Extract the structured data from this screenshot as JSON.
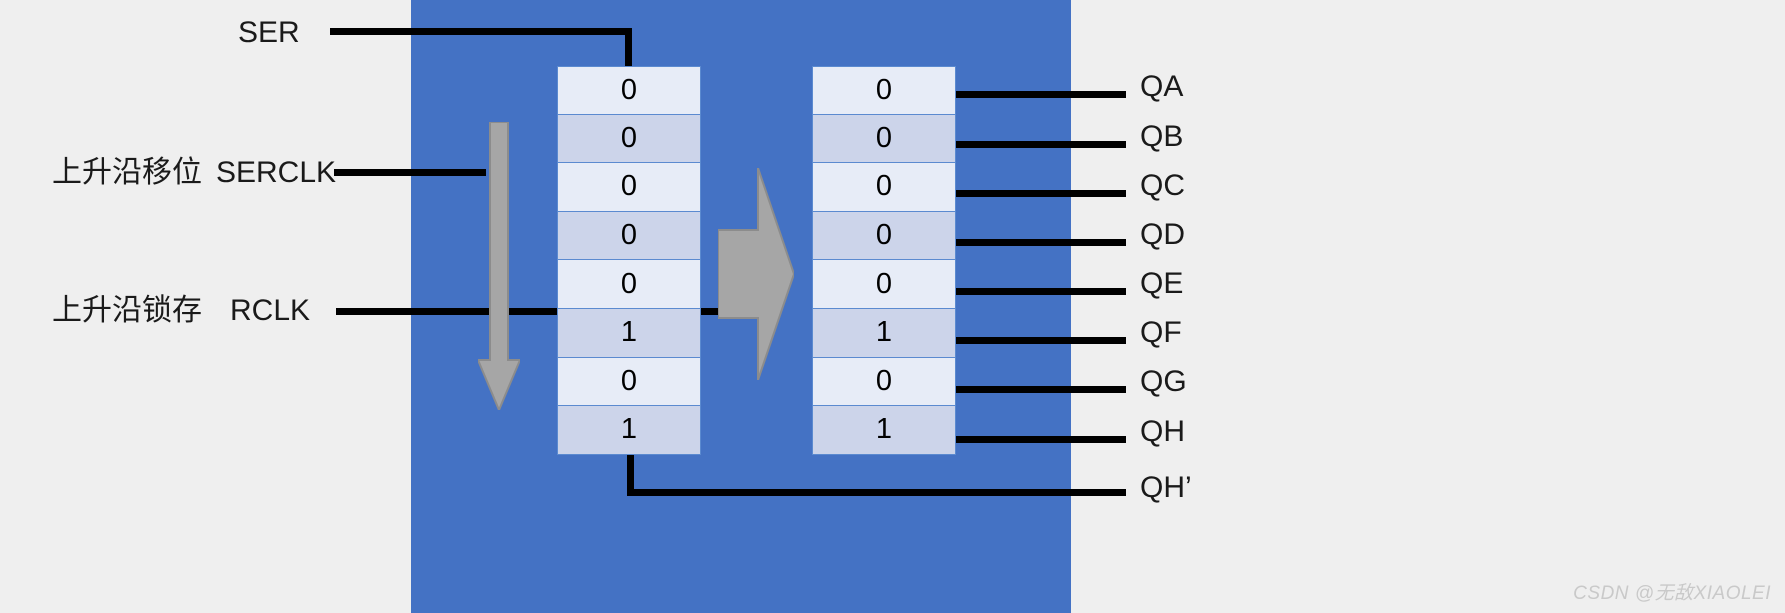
{
  "diagram": {
    "title": "74HC595 shift register diagram",
    "colors": {
      "background": "#efefef",
      "chip_body": "#4472c4",
      "cell_light": "#e7ecf7",
      "cell_dark": "#ccd4ea",
      "cell_border": "#5b8ad0",
      "arrow_grey": "#a6a6a6",
      "wire": "#000000",
      "text": "#1a1a1a",
      "watermark": "#c9c9c9"
    },
    "inputs": [
      {
        "id": "ser",
        "cn": "",
        "name": "SER"
      },
      {
        "id": "serclk",
        "cn": "上升沿移位",
        "name": "SERCLK"
      },
      {
        "id": "rclk",
        "cn": "上升沿锁存",
        "name": "RCLK"
      }
    ],
    "shift_register": {
      "label": "shift-register-column",
      "bits": [
        "0",
        "0",
        "0",
        "0",
        "0",
        "1",
        "0",
        "1"
      ]
    },
    "storage_register": {
      "label": "storage-register-column",
      "bits": [
        "0",
        "0",
        "0",
        "0",
        "0",
        "1",
        "0",
        "1"
      ]
    },
    "outputs": [
      {
        "id": "qa",
        "name": "QA"
      },
      {
        "id": "qb",
        "name": "QB"
      },
      {
        "id": "qc",
        "name": "QC"
      },
      {
        "id": "qd",
        "name": "QD"
      },
      {
        "id": "qe",
        "name": "QE"
      },
      {
        "id": "qf",
        "name": "QF"
      },
      {
        "id": "qg",
        "name": "QG"
      },
      {
        "id": "qh",
        "name": "QH"
      }
    ],
    "overflow_output": {
      "id": "qh_prime",
      "name": "QH’"
    },
    "arrows": {
      "shift_direction": "down-arrow-icon",
      "latch_transfer": "right-arrow-icon"
    },
    "watermark": "CSDN @无敌XIAOLEI"
  }
}
